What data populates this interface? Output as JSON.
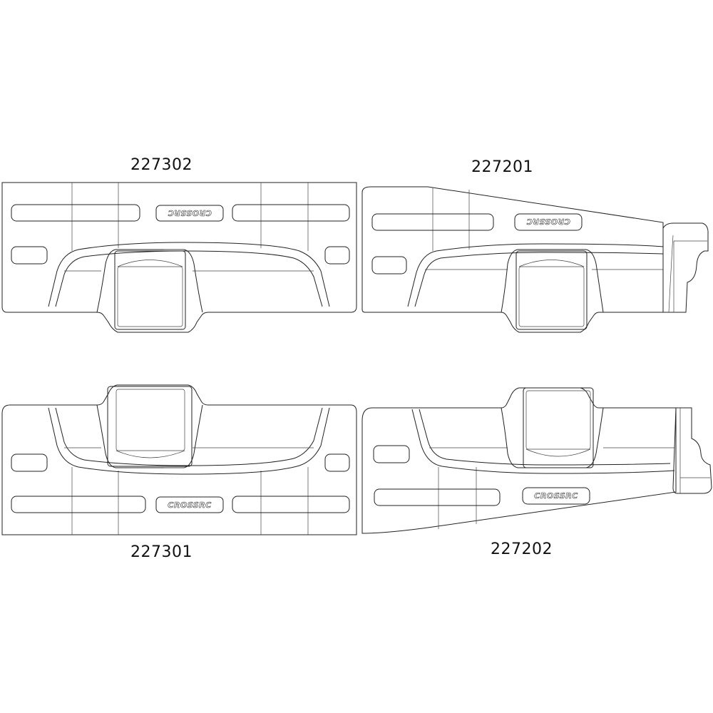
{
  "parts": [
    {
      "id": "part-227302",
      "number": "227302",
      "logo": "CROSSRC",
      "orientation": "top-left, flipped vertically"
    },
    {
      "id": "part-227201",
      "number": "227201",
      "logo": "CROSSRC",
      "orientation": "top-right, flipped vertically"
    },
    {
      "id": "part-227301",
      "number": "227301",
      "logo": "CROSSRC",
      "orientation": "bottom-left"
    },
    {
      "id": "part-227202",
      "number": "227202",
      "logo": "CROSSRC",
      "orientation": "bottom-right"
    }
  ],
  "colors": {
    "line": "#222222",
    "background": "#ffffff",
    "text": "#111111"
  }
}
